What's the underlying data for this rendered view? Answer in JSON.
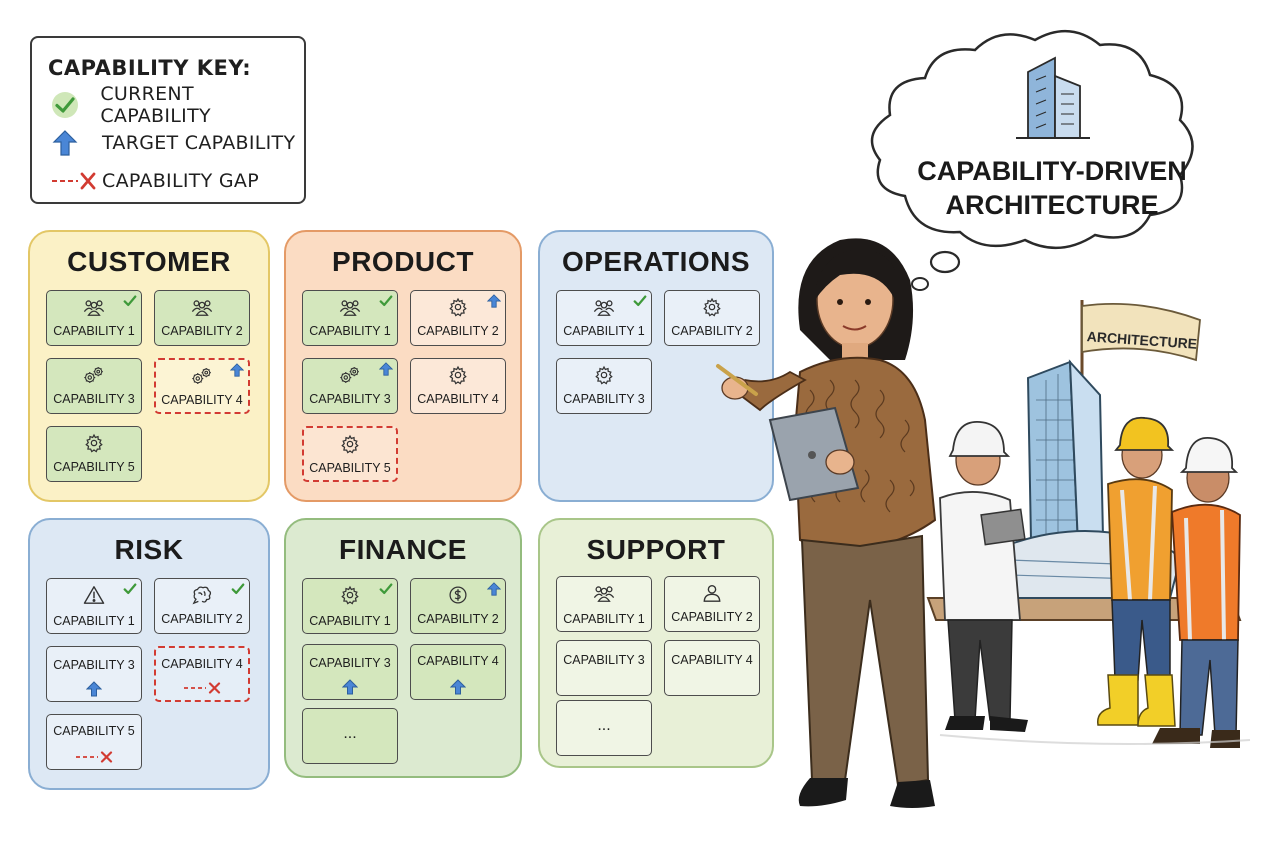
{
  "legend": {
    "title": "CAPABILITY KEY:",
    "current": "CURRENT CAPABILITY",
    "target": "TARGET CAPABILITY",
    "gap": "CAPABILITY GAP"
  },
  "thought": {
    "line1": "CAPABILITY-DRIVEN",
    "line2": "ARCHITECTURE"
  },
  "flag": "ARCHITECTURE",
  "panels": {
    "customer": {
      "title": "CUSTOMER",
      "cards": [
        "CAPABILITY 1",
        "CAPABILITY 2",
        "CAPABILITY 3",
        "CAPABILITY 4",
        "CAPABILITY 5"
      ]
    },
    "product": {
      "title": "PRODUCT",
      "cards": [
        "CAPABILITY 1",
        "CAPABILITY 2",
        "CAPABILITY 3",
        "CAPABILITY 4",
        "CAPABILITY 5"
      ]
    },
    "operations": {
      "title": "OPERATIONS",
      "cards": [
        "CAPABILITY 1",
        "CAPABILITY 2",
        "CAPABILITY 3"
      ]
    },
    "risk": {
      "title": "RISK",
      "cards": [
        "CAPABILITY 1",
        "CAPABILITY 2",
        "CAPABILITY 3",
        "CAPABILITY 4",
        "CAPABILITY 5"
      ]
    },
    "finance": {
      "title": "FINANCE",
      "cards": [
        "CAPABILITY 1",
        "CAPABILITY 2",
        "CAPABILITY 3",
        "CAPABILITY 4",
        "..."
      ]
    },
    "support": {
      "title": "SUPPORT",
      "cards": [
        "CAPABILITY 1",
        "CAPABILITY 2",
        "CAPABILITY 3",
        "CAPABILITY 4",
        "..."
      ]
    }
  },
  "colors": {
    "current_check": "#3f9a3a",
    "target_arrow": "#3f7fd0",
    "gap": "#d23b32"
  }
}
